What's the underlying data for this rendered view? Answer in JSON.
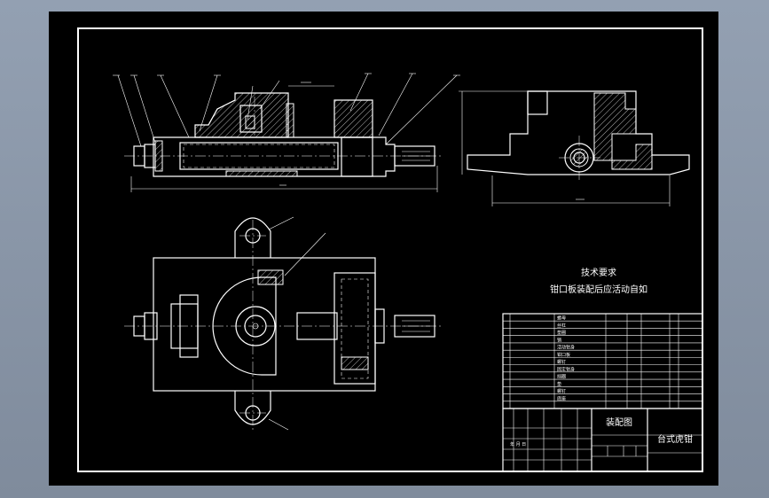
{
  "notes": {
    "heading": "技术要求",
    "line1": "钳口板装配后应活动自如"
  },
  "title_block": {
    "drawing_type": "装配图",
    "product_name": "台式虎钳",
    "date_label": "年 月 日"
  },
  "colors": {
    "background": "#8e9aab",
    "sheet": "#000000",
    "lines": "#ffffff"
  },
  "parts_list": {
    "names": [
      "螺母",
      "丝杠",
      "垫圈",
      "销",
      "活动钳身",
      "钳口板",
      "螺钉",
      "固定钳身",
      "挡圈",
      "垫",
      "螺钉",
      "底座"
    ]
  }
}
